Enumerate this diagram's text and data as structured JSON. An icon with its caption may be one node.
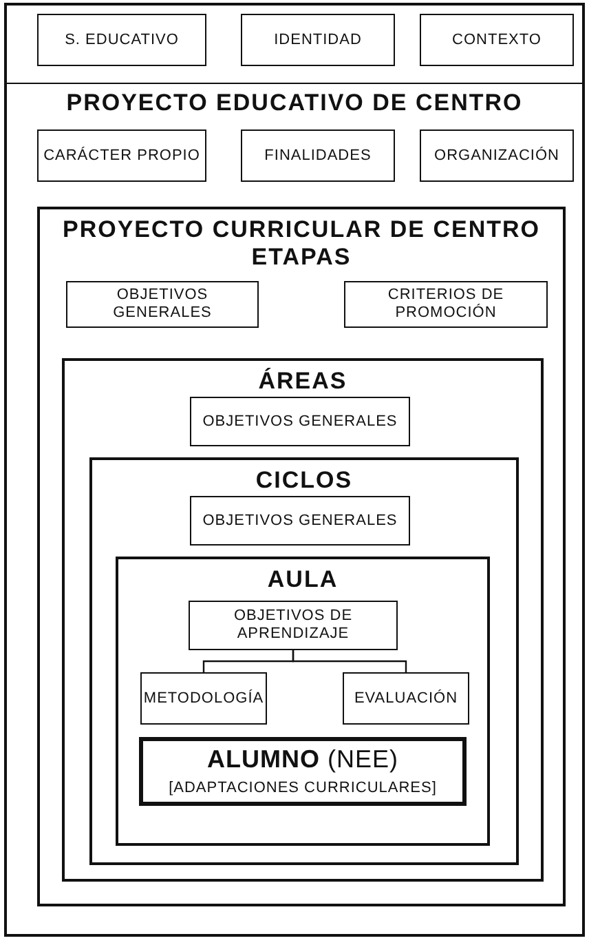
{
  "diagram": {
    "nodes": [
      {
        "text": [
          "S. EDUCATIVO"
        ]
      },
      {
        "text": [
          "IDENTIDAD"
        ]
      },
      {
        "text": [
          "CONTEXTO"
        ]
      },
      {
        "text": [
          "PROYECTO EDUCATIVO DE CENTRO"
        ]
      },
      {
        "text": [
          "CARÁCTER PROPIO"
        ],
        "in": 3
      },
      {
        "text": [
          "FINALIDADES"
        ],
        "in": 3
      },
      {
        "text": [
          "ORGANIZACIÓN"
        ],
        "in": 3
      },
      {
        "text": [
          "PROYECTO CURRICULAR DE CENTRO",
          "ETAPAS"
        ],
        "in": 3
      },
      {
        "text": [
          "OBJETIVOS GENERALES"
        ],
        "in": 7
      },
      {
        "text": [
          "CRITERIOS DE PROMOCIÓN"
        ],
        "in": 7
      },
      {
        "text": [
          "ÁREAS"
        ],
        "in": 7
      },
      {
        "text": [
          "OBJETIVOS GENERALES"
        ],
        "in": 10
      },
      {
        "text": [
          "CICLOS"
        ],
        "in": 10
      },
      {
        "text": [
          "OBJETIVOS GENERALES"
        ],
        "in": 12
      },
      {
        "text": [
          "AULA"
        ],
        "in": 12
      },
      {
        "text": [
          "OBJETIVOS DE APRENDIZAJE"
        ],
        "in": 14
      },
      {
        "text": [
          "METODOLOGÍA"
        ],
        "in": 14
      },
      {
        "text": [
          "EVALUACIÓN"
        ],
        "in": 14
      },
      {
        "text": [
          "**ALUMNO** (NEE)",
          "[ADAPTACIONES CURRICULARES]"
        ],
        "in": 14
      }
    ],
    "edges": [
      {
        "from": 15,
        "to": 16,
        "arrow": "none"
      },
      {
        "from": 15,
        "to": 17,
        "arrow": "none"
      }
    ]
  }
}
